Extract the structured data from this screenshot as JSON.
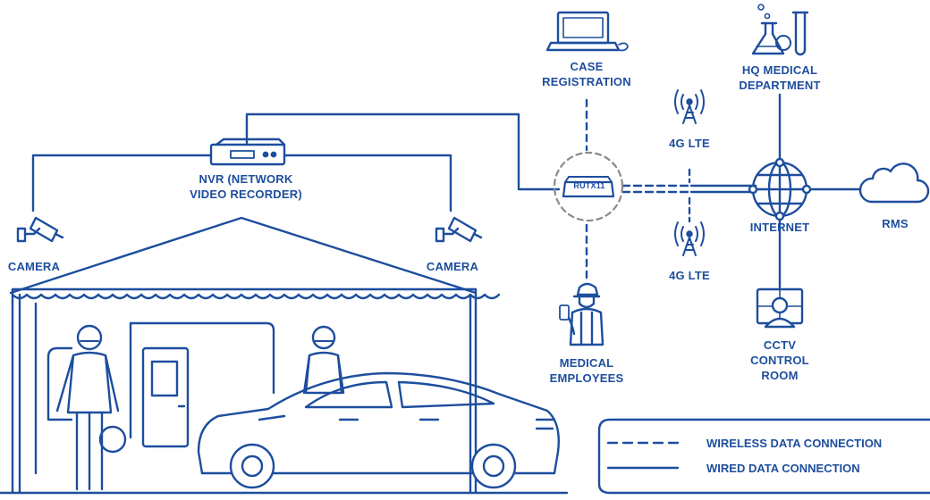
{
  "nodes": {
    "nvr": {
      "line1": "NVR (NETWORK",
      "line2": "VIDEO RECORDER)"
    },
    "camera_left": {
      "label": "CAMERA"
    },
    "camera_right": {
      "label": "CAMERA"
    },
    "case_registration": {
      "line1": "CASE",
      "line2": "REGISTRATION"
    },
    "hq_medical": {
      "line1": "HQ MEDICAL",
      "line2": "DEPARTMENT"
    },
    "router": {
      "label": "RUTX11"
    },
    "lte_top": {
      "label": "4G LTE"
    },
    "lte_bottom": {
      "label": "4G LTE"
    },
    "internet": {
      "label": "INTERNET"
    },
    "rms": {
      "label": "RMS"
    },
    "medical_employees": {
      "line1": "MEDICAL",
      "line2": "EMPLOYEES"
    },
    "cctv": {
      "line1": "CCTV",
      "line2": "CONTROL",
      "line3": "ROOM"
    }
  },
  "legend": {
    "wireless": "WIRELESS DATA CONNECTION",
    "wired": "WIRED DATA CONNECTION"
  },
  "colors": {
    "primary": "#1d4e9e",
    "dashed_circle": "#8a8a8a"
  }
}
